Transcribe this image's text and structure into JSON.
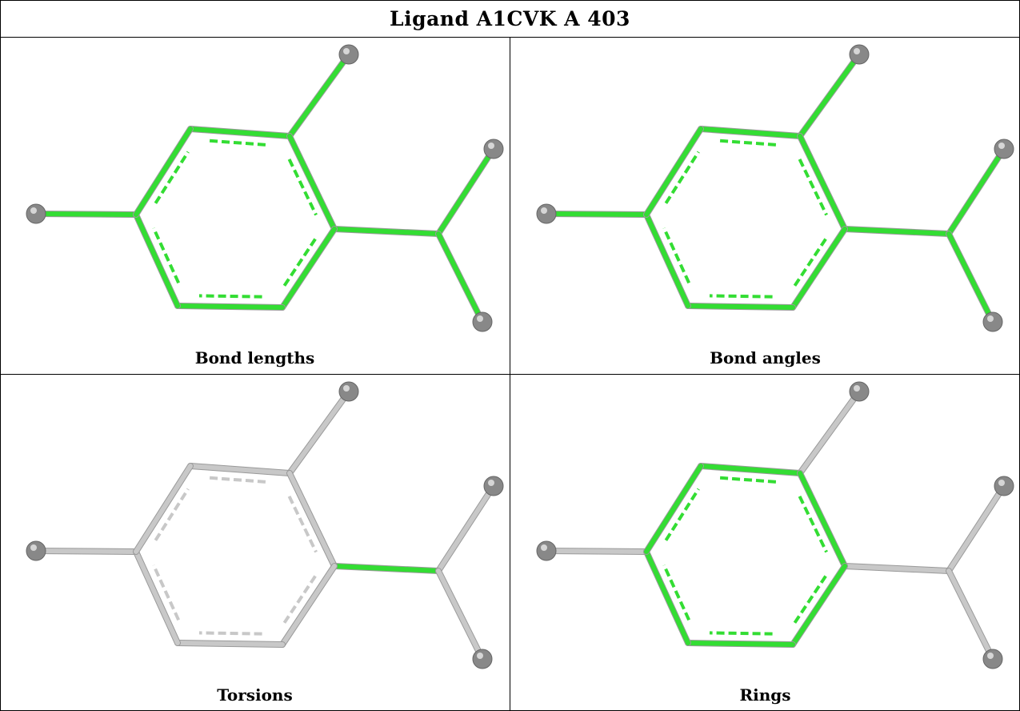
{
  "title": "Ligand A1CVK A 403",
  "colors": {
    "highlight": "#33dd33",
    "neutral": "#c8c8c8",
    "atom": "#888888",
    "border": "#000000"
  },
  "panels": [
    {
      "caption": "Bond lengths",
      "highlight": [
        "ring",
        "substituents"
      ]
    },
    {
      "caption": "Bond angles",
      "highlight": [
        "ring",
        "substituents"
      ]
    },
    {
      "caption": "Torsions",
      "highlight": [
        "torsion"
      ]
    },
    {
      "caption": "Rings",
      "highlight": [
        "ring"
      ]
    }
  ]
}
